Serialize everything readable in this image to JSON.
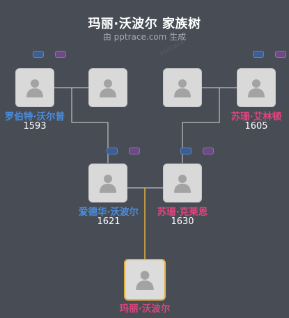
{
  "title": "玛丽·沃波尔 家族树",
  "subtitle": "由 pptrace.com 生成",
  "watermark": "pptrace",
  "colors": {
    "background": "#474c55",
    "line_gray": "#d8d8d8",
    "line_gold": "#e3b13e",
    "male_name": "#4a8ee0",
    "female_name": "#e0457e",
    "tag_blue": "#3c5f93",
    "tag_purple": "#6b4a86"
  },
  "people": {
    "gp_paternal_male": {
      "name": "罗伯特·沃尔普",
      "year": "1593",
      "gender": "male"
    },
    "gp_paternal_female": {
      "name": "",
      "year": "",
      "gender": "female"
    },
    "gp_maternal_male": {
      "name": "",
      "year": "",
      "gender": "male"
    },
    "gp_maternal_female": {
      "name": "苏珊·艾林顿",
      "year": "1605",
      "gender": "female"
    },
    "father": {
      "name": "爱德华·沃波尔",
      "year": "1621",
      "gender": "male"
    },
    "mother": {
      "name": "苏珊·克莱恩",
      "year": "1630",
      "gender": "female"
    },
    "focus": {
      "name": "玛丽·沃波尔",
      "year": "",
      "gender": "female"
    }
  },
  "icons": {
    "portrait": "person-silhouette-icon",
    "tag_left": "blue-tag-icon",
    "tag_right": "purple-tag-icon"
  }
}
